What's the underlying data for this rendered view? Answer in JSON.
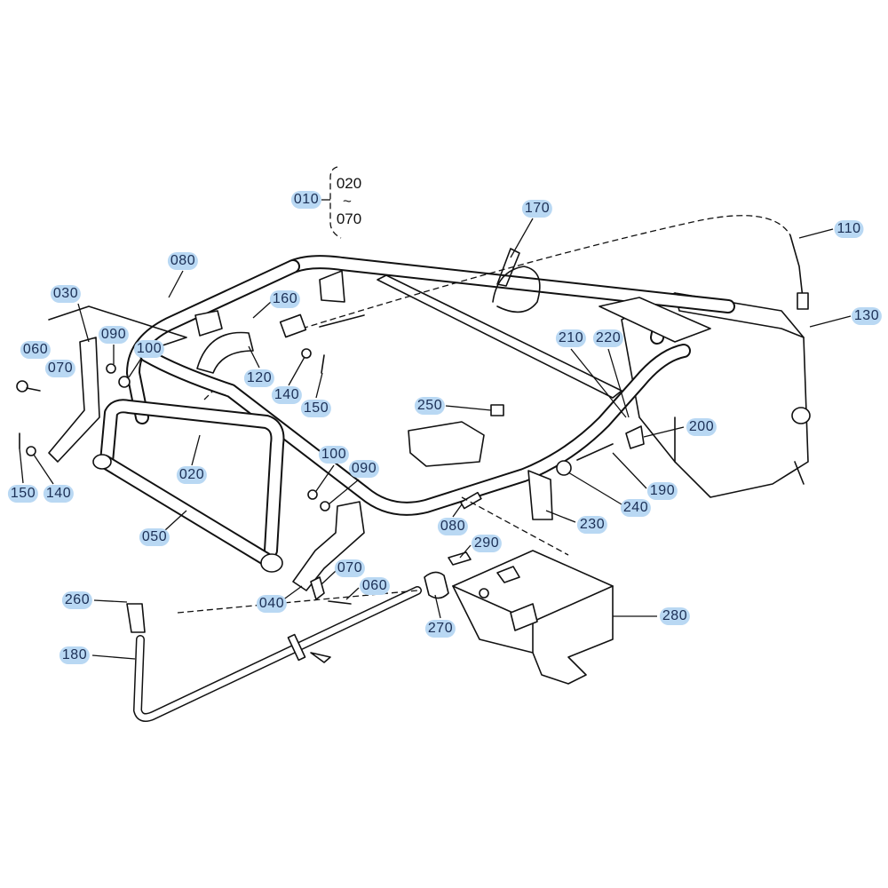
{
  "title_group": {
    "main": "010",
    "range_start": "020",
    "range_sep": "~",
    "range_end": "070"
  },
  "callouts": [
    "170",
    "110",
    "130",
    "080",
    "030",
    "160",
    "090",
    "100",
    "060",
    "070",
    "210",
    "220",
    "120",
    "140",
    "150",
    "250",
    "200",
    "150",
    "140",
    "100",
    "090",
    "020",
    "190",
    "240",
    "080",
    "230",
    "050",
    "290",
    "070",
    "060",
    "040",
    "260",
    "280",
    "270",
    "180"
  ],
  "colors": {
    "callout_bg": "#b9d8f3",
    "callout_text": "#1b2f55",
    "line": "#111111"
  }
}
